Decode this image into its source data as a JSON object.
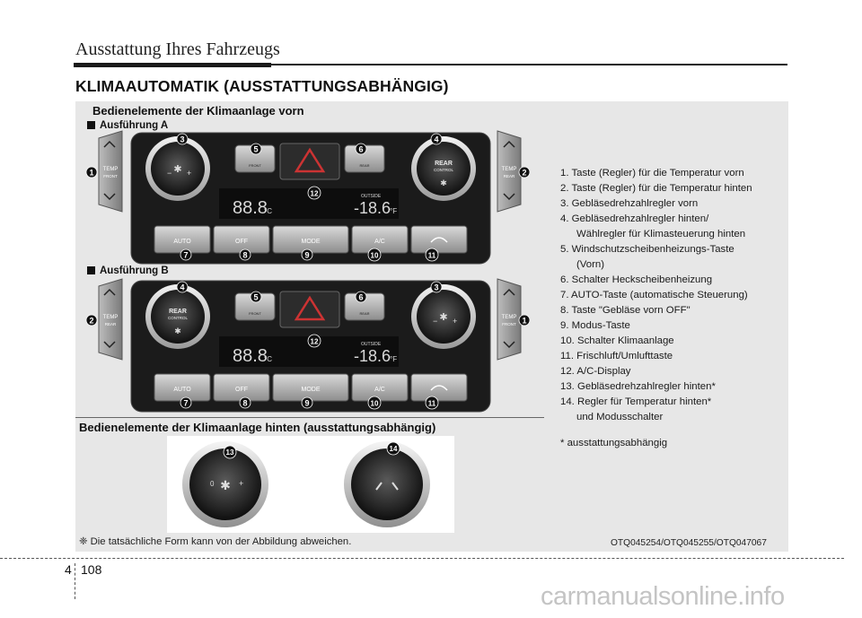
{
  "header": {
    "title": "Ausstattung Ihres Fahrzeugs"
  },
  "section_title": "KLIMAAUTOMATIK (AUSSTATTUNGSABHÄNGIG)",
  "front_heading": "Bedienelemente der Klimaanlage vorn",
  "variant_a": "Ausführung A",
  "variant_b": "Ausführung B",
  "rear_heading": "Bedienelemente der Klimaanlage hinten (ausstattungsabhängig)",
  "panel_text": {
    "temp": "TEMP",
    "front": "FRONT",
    "rear": "REAR",
    "rear_control_1": "REAR",
    "rear_control_2": "CONTROL",
    "auto": "AUTO",
    "off": "OFF",
    "mode": "MODE",
    "ac": "A/C",
    "outside": "OUTSIDE",
    "display_left": "88.8",
    "unit_c": "°C",
    "display_right": "-18.6",
    "unit_f": "°F"
  },
  "callouts_a": [
    "1",
    "2",
    "3",
    "4",
    "5",
    "6",
    "7",
    "8",
    "9",
    "10",
    "11",
    "12"
  ],
  "callouts_b": [
    "2",
    "1",
    "4",
    "3",
    "5",
    "6",
    "7",
    "8",
    "9",
    "10",
    "11",
    "12"
  ],
  "callouts_rear": [
    "13",
    "14"
  ],
  "legend": {
    "item1": "1. Taste (Regler) für die Temperatur vorn",
    "item2": "2. Taste (Regler) für die Temperatur hinten",
    "item3": "3. Gebläsedrehzahlregler vorn",
    "item4a": "4. Gebläsedrehzahlregler hinten/",
    "item4b": "Wählregler für Klimasteuerung hinten",
    "item5a": "5. Windschutzscheibenheizungs-Taste",
    "item5b": "(Vorn)",
    "item6": "6. Schalter Heckscheibenheizung",
    "item7": "7. AUTO-Taste (automatische Steuerung)",
    "item8": "8. Taste \"Gebläse vorn OFF\"",
    "item9": "9. Modus-Taste",
    "item10": "10. Schalter Klimaanlage",
    "item11": "11. Frischluft/Umlufttaste",
    "item12": "12. A/C-Display",
    "item13": "13. Gebläsedrehzahlregler hinten*",
    "item14a": "14. Regler für Temperatur hinten*",
    "item14b": "und Modusschalter",
    "footnote": "* ausstattungsabhängig"
  },
  "note": "❈ Die tatsächliche Form kann von der Abbildung abweichen.",
  "image_codes": "OTQ045254/OTQ045255/OTQ047067",
  "footer": {
    "chapter": "4",
    "page": "108"
  },
  "watermark": "carmanualsonline.info"
}
